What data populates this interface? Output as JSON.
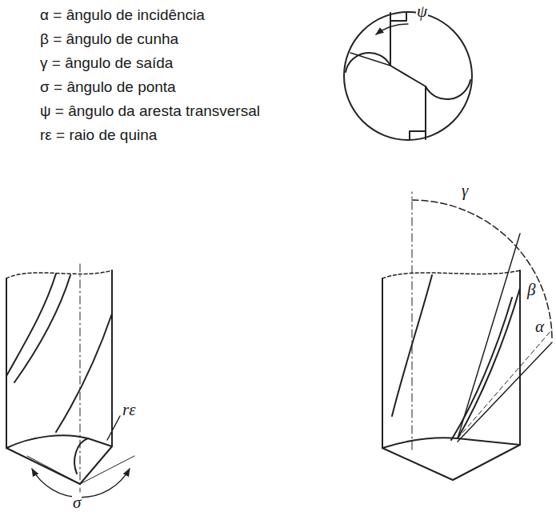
{
  "diagram": {
    "labels": [
      "α = ângulo de incidência",
      "β = ângulo de cunha",
      "γ = ângulo de saída",
      "σ = ângulo de ponta",
      "ψ = ângulo da aresta transversal",
      "rε = raio de quina",
      "ψ",
      "γ",
      "β",
      "α",
      "rε",
      "σ"
    ]
  }
}
